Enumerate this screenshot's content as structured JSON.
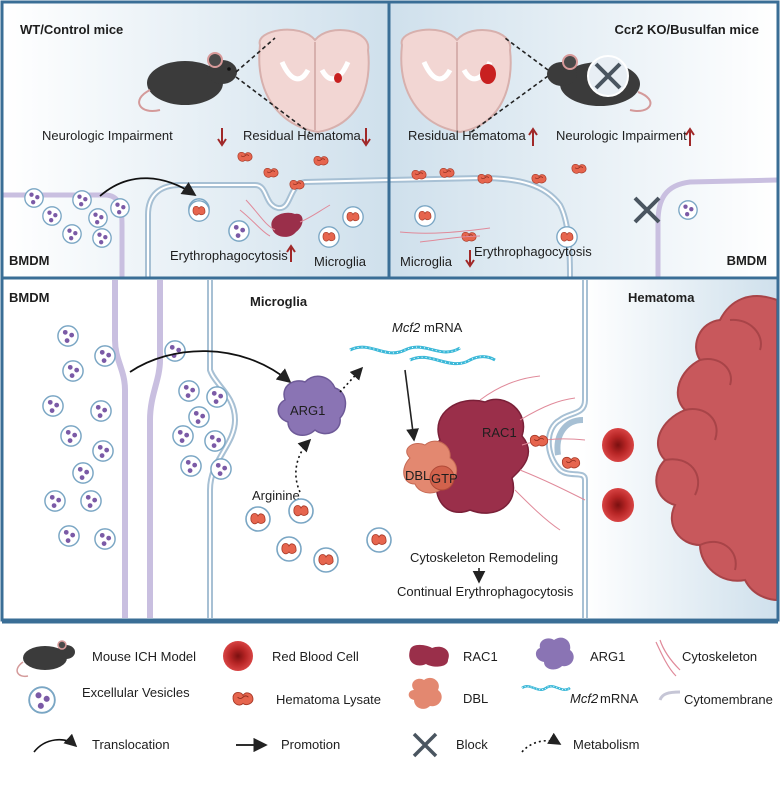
{
  "panel_top_left": {
    "title": "WT/Control mice",
    "neuro_label": "Neurologic Impairment",
    "hematoma_label": "Residual Hematoma",
    "bmdm_label": "BMDM",
    "erythro_label": "Erythrophagocytosis",
    "microglia_label": "Microglia"
  },
  "panel_top_right": {
    "title": "Ccr2 KO/Busulfan mice",
    "hematoma_label": "Residual Hematoma",
    "neuro_label": "Neurologic Impairment",
    "microglia_label": "Microglia",
    "erythro_label": "Erythrophagocytosis",
    "bmdm_label": "BMDM"
  },
  "panel_bottom": {
    "bmdm_label": "BMDM",
    "microglia_label": "Microglia",
    "hematoma_label": "Hematoma",
    "mcf2_gene": "Mcf2",
    "mcf2_suffix": " mRNA",
    "arg1_label": "ARG1",
    "rac1_label": "RAC1",
    "dbl_label": "DBL",
    "gtp_label": "GTP",
    "arginine_label": "Arginine",
    "cytoskeleton_label": "Cytoskeleton Remodeling",
    "continual_label": "Continual Erythrophagocytosis"
  },
  "legend": {
    "mouse": "Mouse ICH Model",
    "rbc": "Red Blood Cell",
    "rac1": "RAC1",
    "arg1": "ARG1",
    "cytoskeleton": "Cytoskeleton",
    "vesicles": "Excellular Vesicles",
    "lysate": "Hematoma Lysate",
    "dbl": "DBL",
    "mcf2_gene": "Mcf2",
    "mcf2_suffix": " mRNA",
    "cytomembrane": "Cytomembrane",
    "translocation": "Translocation",
    "promotion": "Promotion",
    "block": "Block",
    "metabolism": "Metabolism"
  },
  "colors": {
    "frame": "#3a6e96",
    "panel_bg_light": "#ffffff",
    "panel_bg_blue": "#d6e6f0",
    "membrane": "#9fb8cf",
    "bmdm_membrane": "#c9bfe0",
    "rbc": "#c83232",
    "lysate": "#e0604c",
    "rac1": "#9a2f4a",
    "arg1": "#8a74b4",
    "dbl": "#e38870",
    "mrna": "#3bb8d8",
    "hematoma": "#c8585c",
    "arrow_red": "#a02828",
    "mouse": "#3b3b3b"
  }
}
